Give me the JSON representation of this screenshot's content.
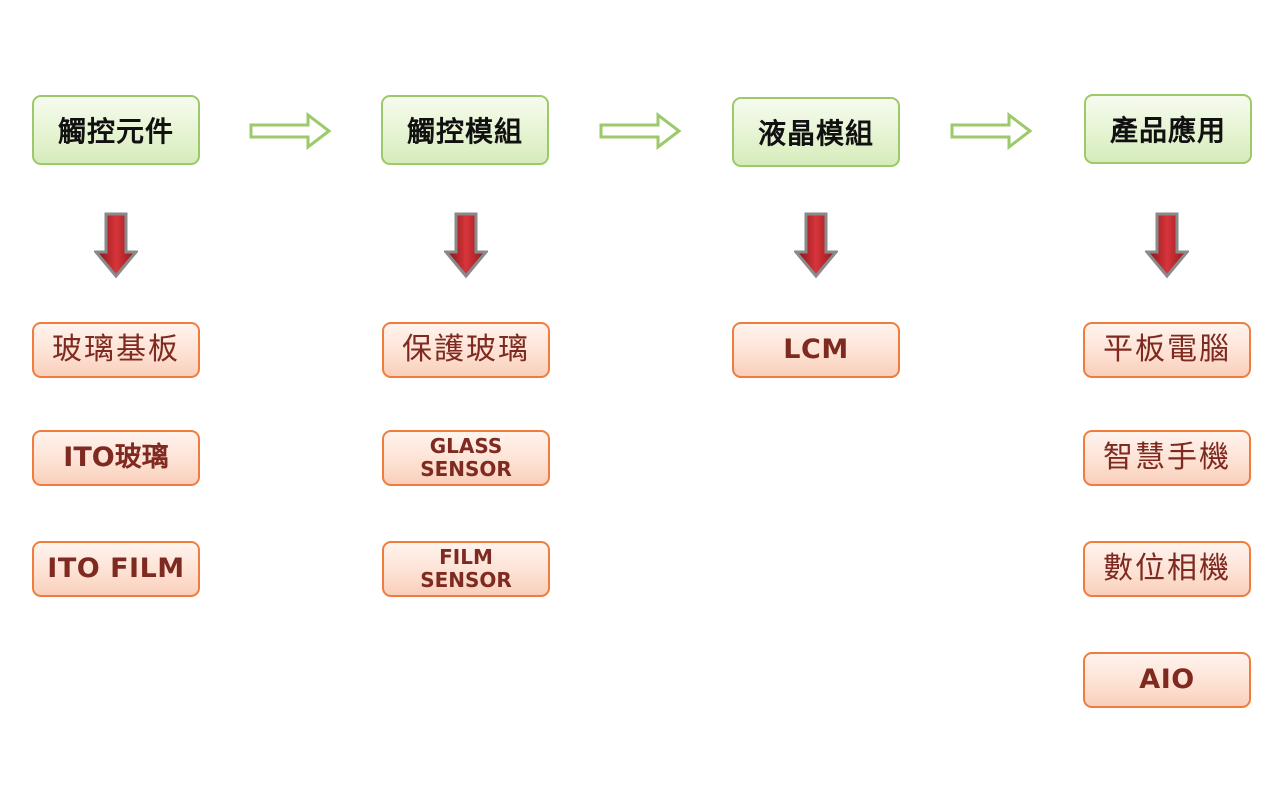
{
  "columns": [
    {
      "header": "觸控元件",
      "items": [
        "玻璃基板",
        "ITO玻璃",
        "ITO FILM"
      ]
    },
    {
      "header": "觸控模組",
      "items": [
        "保護玻璃",
        "GLASS SENSOR",
        "FILM SENSOR"
      ]
    },
    {
      "header": "液晶模組",
      "items": [
        "LCM"
      ]
    },
    {
      "header": "產品應用",
      "items": [
        "平板電腦",
        "智慧手機",
        "數位相機",
        "AIO"
      ]
    }
  ],
  "split_lines": {
    "glass_sensor": [
      "GLASS",
      "SENSOR"
    ],
    "film_sensor": [
      "FILM",
      "SENSOR"
    ]
  },
  "colors": {
    "header_border": "#9cc96a",
    "header_fill": "#e4f3cf",
    "item_border": "#f07d3e",
    "item_fill": "#fde0d2",
    "item_text": "#7f2a20",
    "right_arrow": "#9cc96a",
    "down_arrow": "#c0282d"
  },
  "icons": {
    "right_arrow": "right-arrow-icon",
    "down_arrow": "down-arrow-icon"
  }
}
